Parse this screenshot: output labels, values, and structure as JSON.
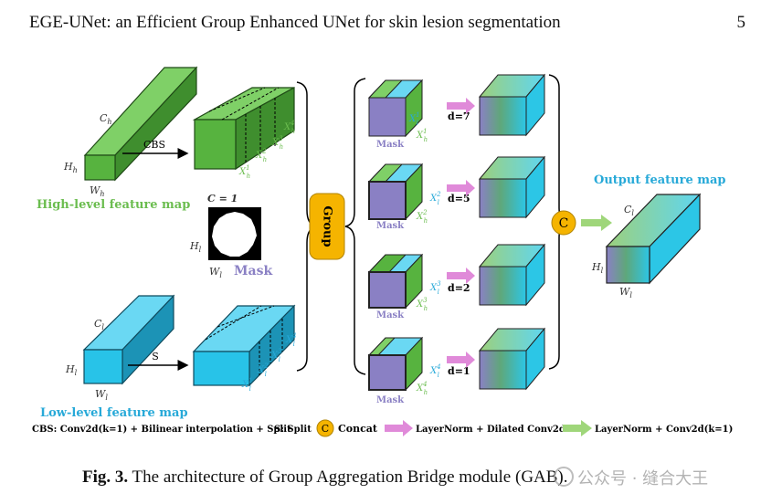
{
  "header": {
    "title": "EGE-UNet: an Efficient Group Enhanced UNet for skin lesion segmentation",
    "page": "5"
  },
  "figure": {
    "high_level_label": "High-level feature map",
    "low_level_label": "Low-level feature map",
    "output_label": "Output feature map",
    "cbs_arrow": "CBS",
    "s_arrow": "S",
    "group_label": "Group",
    "concat_symbol": "C",
    "mask_label": "Mask",
    "mask_channel": "C = 1",
    "branch_mask": "Mask",
    "dims": {
      "Ch": "C",
      "Ch_sub": "h",
      "Hh": "H",
      "Hh_sub": "h",
      "Wh": "W",
      "Wh_sub": "h",
      "Cl": "C",
      "Cl_sub": "l",
      "Hl": "H",
      "Hl_sub": "l",
      "Wl": "W",
      "Wl_sub": "l"
    },
    "xh": [
      "X",
      "X",
      "X",
      "X"
    ],
    "xh_sup": [
      "1",
      "2",
      "3",
      "4"
    ],
    "xh_sub": "h",
    "xl_sub": "l",
    "dilations": [
      "d=7",
      "d=5",
      "d=2",
      "d=1"
    ],
    "legend": {
      "cbs": "CBS: Conv2d(k=1) + Bilinear interpolation + Split",
      "s": "S: Split",
      "concat": "Concat",
      "ln_dilated": "LayerNorm + Dilated Conv2d",
      "ln_conv": "LayerNorm + Conv2d(k=1)"
    },
    "colors": {
      "green": "#57b33f",
      "green_top": "#7fd067",
      "green_side": "#3f8e2e",
      "cyan": "#28c3e8",
      "cyan_top": "#6ad8f3",
      "cyan_side": "#1c93b6",
      "purple": "#8a80c4",
      "orange": "#f5b400",
      "pink": "#e08ad9",
      "light_green": "#9fd67a",
      "label_green": "#6bbd4f",
      "label_cyan": "#27a9d8",
      "label_purple": "#8a80c4"
    }
  },
  "caption": {
    "prefix": "Fig. 3.",
    "text": " The architecture of Group Aggregation Bridge module (GAB)."
  },
  "watermark": "公众号 · 缝合大王"
}
